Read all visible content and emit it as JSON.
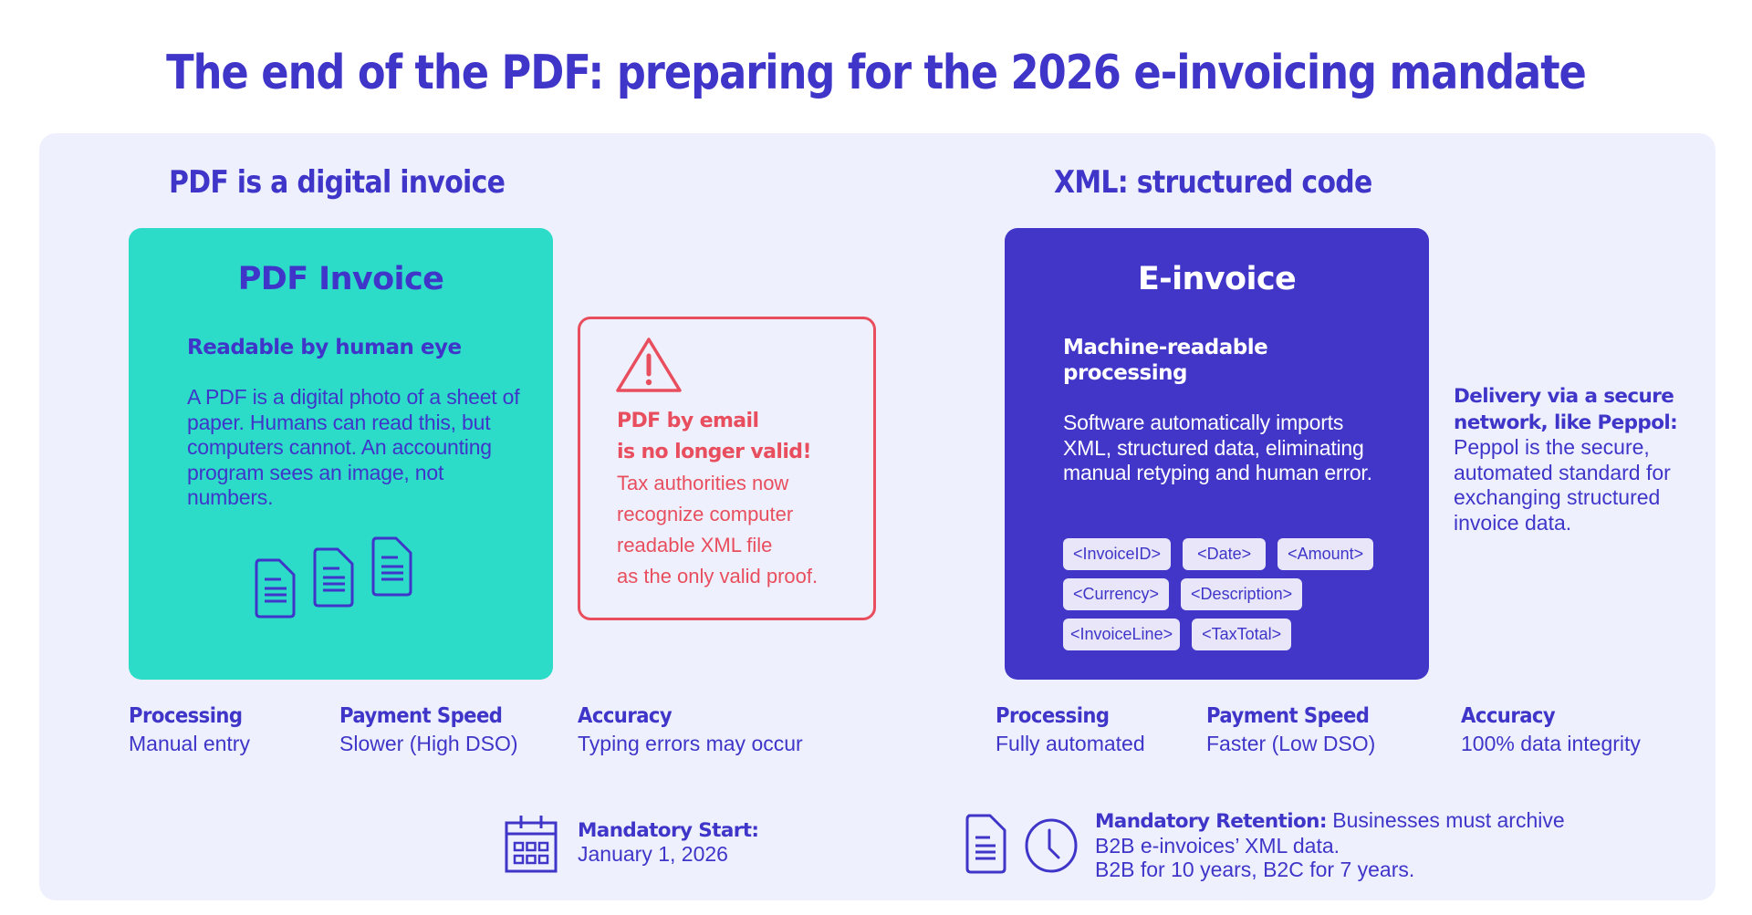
{
  "title": "The end of the PDF: preparing for the 2026 e-invoicing mandate",
  "colors": {
    "primary": "#3f35c9",
    "teal": "#2ddcc8",
    "indigo": "#4236c8",
    "warning": "#e84e5e",
    "panel": "#eef1fd",
    "tag_bg": "#e8e6f8"
  },
  "left": {
    "heading": "PDF is a digital invoice",
    "card": {
      "title": "PDF Invoice",
      "subtitle": "Readable by human eye",
      "body": "A PDF is a digital photo of a sheet of paper. Humans can read this, but computers cannot. An accounting program sees an image, not numbers.",
      "icons": [
        "document-icon",
        "document-icon",
        "document-icon"
      ]
    },
    "stats": [
      {
        "label": "Processing",
        "value": "Manual entry"
      },
      {
        "label": "Payment Speed",
        "value": "Slower (High DSO)"
      },
      {
        "label": "Accuracy",
        "value": "Typing errors may occur"
      }
    ]
  },
  "warning": {
    "icon": "warning-triangle-icon",
    "headline_1": "PDF by email",
    "headline_2": "is no longer valid!",
    "body_lines": [
      "Tax authorities now",
      "recognize computer",
      "readable XML file",
      "as the only valid proof."
    ]
  },
  "right": {
    "heading": "XML: structured code",
    "card": {
      "title": "E-invoice",
      "subtitle": "Machine-readable processing",
      "body": "Software automatically imports XML, structured data, eliminating manual retyping and human error.",
      "tags": [
        [
          "<InvoiceID>",
          "<Date>",
          "<Amount>"
        ],
        [
          "<Currency>",
          "<Description>"
        ],
        [
          "<InvoiceLine>",
          "<TaxTotal>"
        ]
      ]
    },
    "delivery": {
      "label": "Delivery via a secure network, like Peppol:",
      "text": "Peppol is the secure, automated standard for exchanging structured invoice data."
    },
    "stats": [
      {
        "label": "Processing",
        "value": "Fully automated"
      },
      {
        "label": "Payment Speed",
        "value": "Faster (Low DSO)"
      },
      {
        "label": "Accuracy",
        "value": "100% data integrity"
      }
    ]
  },
  "footer": {
    "start": {
      "icon": "calendar-icon",
      "label": "Mandatory Start:",
      "value": "January 1, 2026"
    },
    "retention": {
      "icons": [
        "document-icon",
        "clock-icon"
      ],
      "label": "Mandatory Retention:",
      "text_1": " Businesses must archive",
      "text_2": "B2B e-invoices’ XML data.",
      "text_3": "B2B for 10 years, B2C for 7 years."
    }
  }
}
